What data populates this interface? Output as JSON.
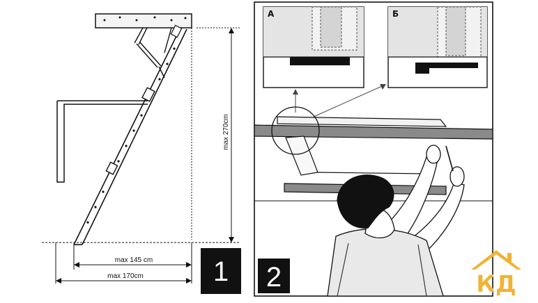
{
  "figure1": {
    "badge": "1",
    "height_label": "max 270cm",
    "dim_short": "max 145 cm",
    "dim_long": "max 170cm"
  },
  "figure2": {
    "badge": "2",
    "inset_a_label": "А",
    "inset_b_label": "Б"
  },
  "logo": {
    "text": "КД",
    "color": "#f2b233"
  },
  "colors": {
    "ink": "#111111",
    "badge_bg": "#111111",
    "ceiling_gray": "#8a8a8a",
    "inset_fill": "#e4e4e4"
  }
}
